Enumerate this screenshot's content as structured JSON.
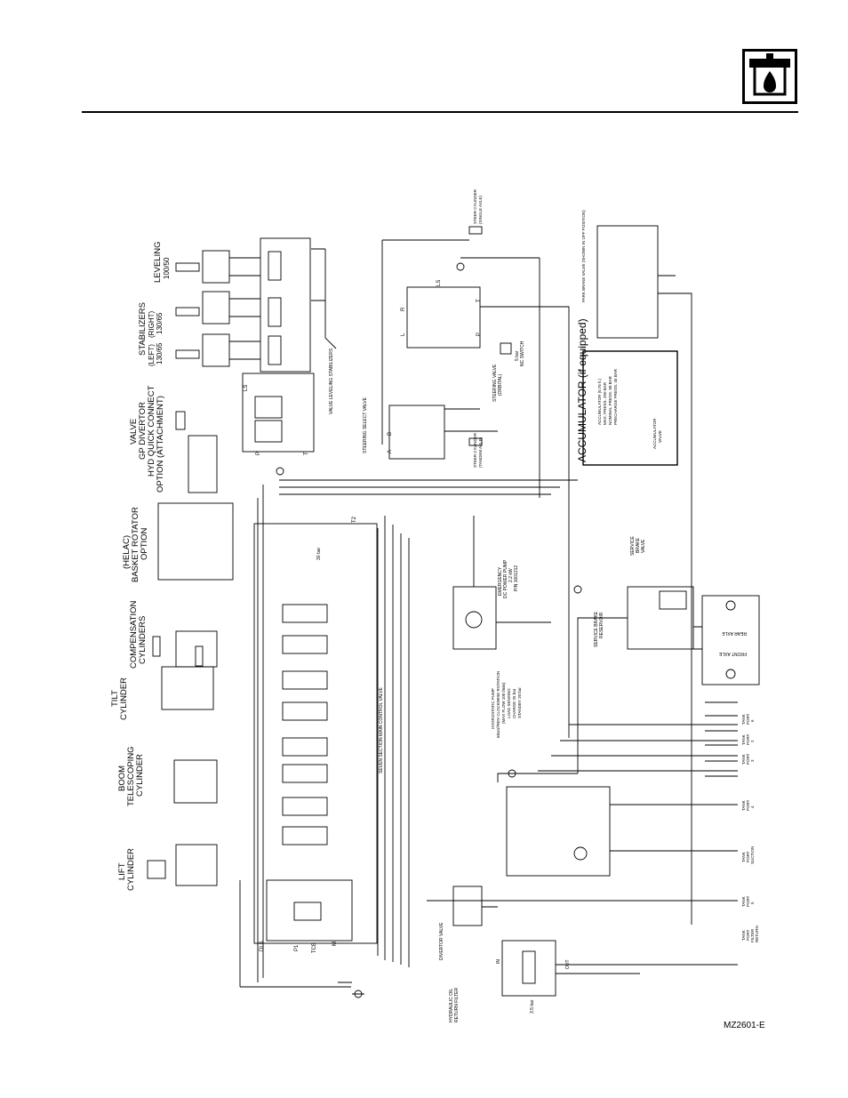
{
  "header": {
    "icon": "hydraulic-system-icon"
  },
  "figure_id": "MZ2601-E",
  "labels": {
    "leveling": [
      "LEVELING",
      "100/50"
    ],
    "stabilizer_right": [
      "STABILIZERS",
      "(RIGHT)",
      "130/65"
    ],
    "stabilizer_left": [
      "(LEFT)",
      "130/65"
    ],
    "gp_divertor": [
      "VALVE",
      "GP DIVERTOR",
      "HYD QUICK CONNECT",
      "OPTION (ATTACHMENT)"
    ],
    "basket_rotator": [
      "(HELAC)",
      "BASKET ROTATOR",
      "OPTION"
    ],
    "compensation": [
      "COMPENSATION",
      "CYLINDERS"
    ],
    "tilt": [
      "TILT",
      "CYLINDER"
    ],
    "boom_tele": [
      "BOOM",
      "TELESCOPING",
      "CYLINDER"
    ],
    "lift": [
      "LIFT",
      "CYLINDER"
    ],
    "main_control_valve": "SEVEN SECTION MAIN CONTROL VALVE",
    "valve_leveling_stabilizers": "VALVE LEVELING STABILIZERS",
    "steering_select_valve": "STEERING SELECT VALVE",
    "steering_valve": [
      "STEERING VALVE",
      "(ORBITAL)"
    ],
    "nc_switch": [
      "5 bar",
      "NC SWITCH"
    ],
    "steer_cylinder_top": [
      "STEER CYLINDER",
      "(SINGLE AXLE)"
    ],
    "steer_cylinder_bottom": [
      "STEER CYLINDER",
      "(TANDEM AXLE)"
    ],
    "park_brake_valve": "PARK BRAKE VALVE (SHOWN IN OFF POSITION)",
    "accumulator_title": "ACCUMULATOR (if equipped)",
    "accumulator_details": [
      "ACCUMULATOR (0.75 lt.)",
      "MAX. PRESS. 250 BAR",
      "NOMINAL PRESS. 90 BAR",
      "PRECHARGE PRESS. 45 BAR"
    ],
    "accumulator_valve": [
      "ACCUMULATOR",
      "VALVE"
    ],
    "emergency_pump": [
      "EMERGENCY",
      "DC POWER PUMP",
      "2.2 kW",
      "P/N 1001212"
    ],
    "service_brake_valve": [
      "SERVICE",
      "BRAKE",
      "VALVE"
    ],
    "service_brake_reservoir": [
      "SERVICE BRAKE",
      "RESERVOIR"
    ],
    "rear_axle": "REAR AXLE",
    "front_axle": "FRONT AXLE",
    "hydrostatic_pump": [
      "HYDROSTATIC PUMP",
      "68cm³/REV CLOCKWISE ROTATION",
      "(MAX FLOW 100 l/min)",
      "LOAD SENSING",
      "CHARGE 25 bar",
      "STANDBY 20 bar"
    ],
    "divertor_valve": "DIVERTOR VALVE",
    "return_filter": [
      "HYDRAULIC OIL",
      "RETURN FILTER"
    ],
    "filter_bypass": [
      "3.5 bar"
    ],
    "tank_ports": [
      [
        "TANK",
        "PORT",
        "6"
      ],
      [
        "TANK",
        "PORT",
        "2"
      ],
      [
        "TANK",
        "PORT",
        "3"
      ],
      [
        "TANK",
        "PORT",
        "4"
      ],
      [
        "TANK",
        "PORT",
        "SUCTION"
      ],
      [
        "TANK",
        "PORT",
        "5"
      ],
      [
        "TANK",
        "PORT",
        "FILTER",
        "RETURN"
      ]
    ],
    "port_letters": {
      "ls": "LS",
      "p": "P",
      "t": "T",
      "l": "L",
      "r": "R",
      "a": "A",
      "b": "B",
      "in": "IN",
      "out": "OUT",
      "t2": "T2",
      "p1": "P1",
      "dls": "DLS",
      "tcb": "TCB",
      "m": "M",
      "bar30": "30 bar"
    }
  }
}
